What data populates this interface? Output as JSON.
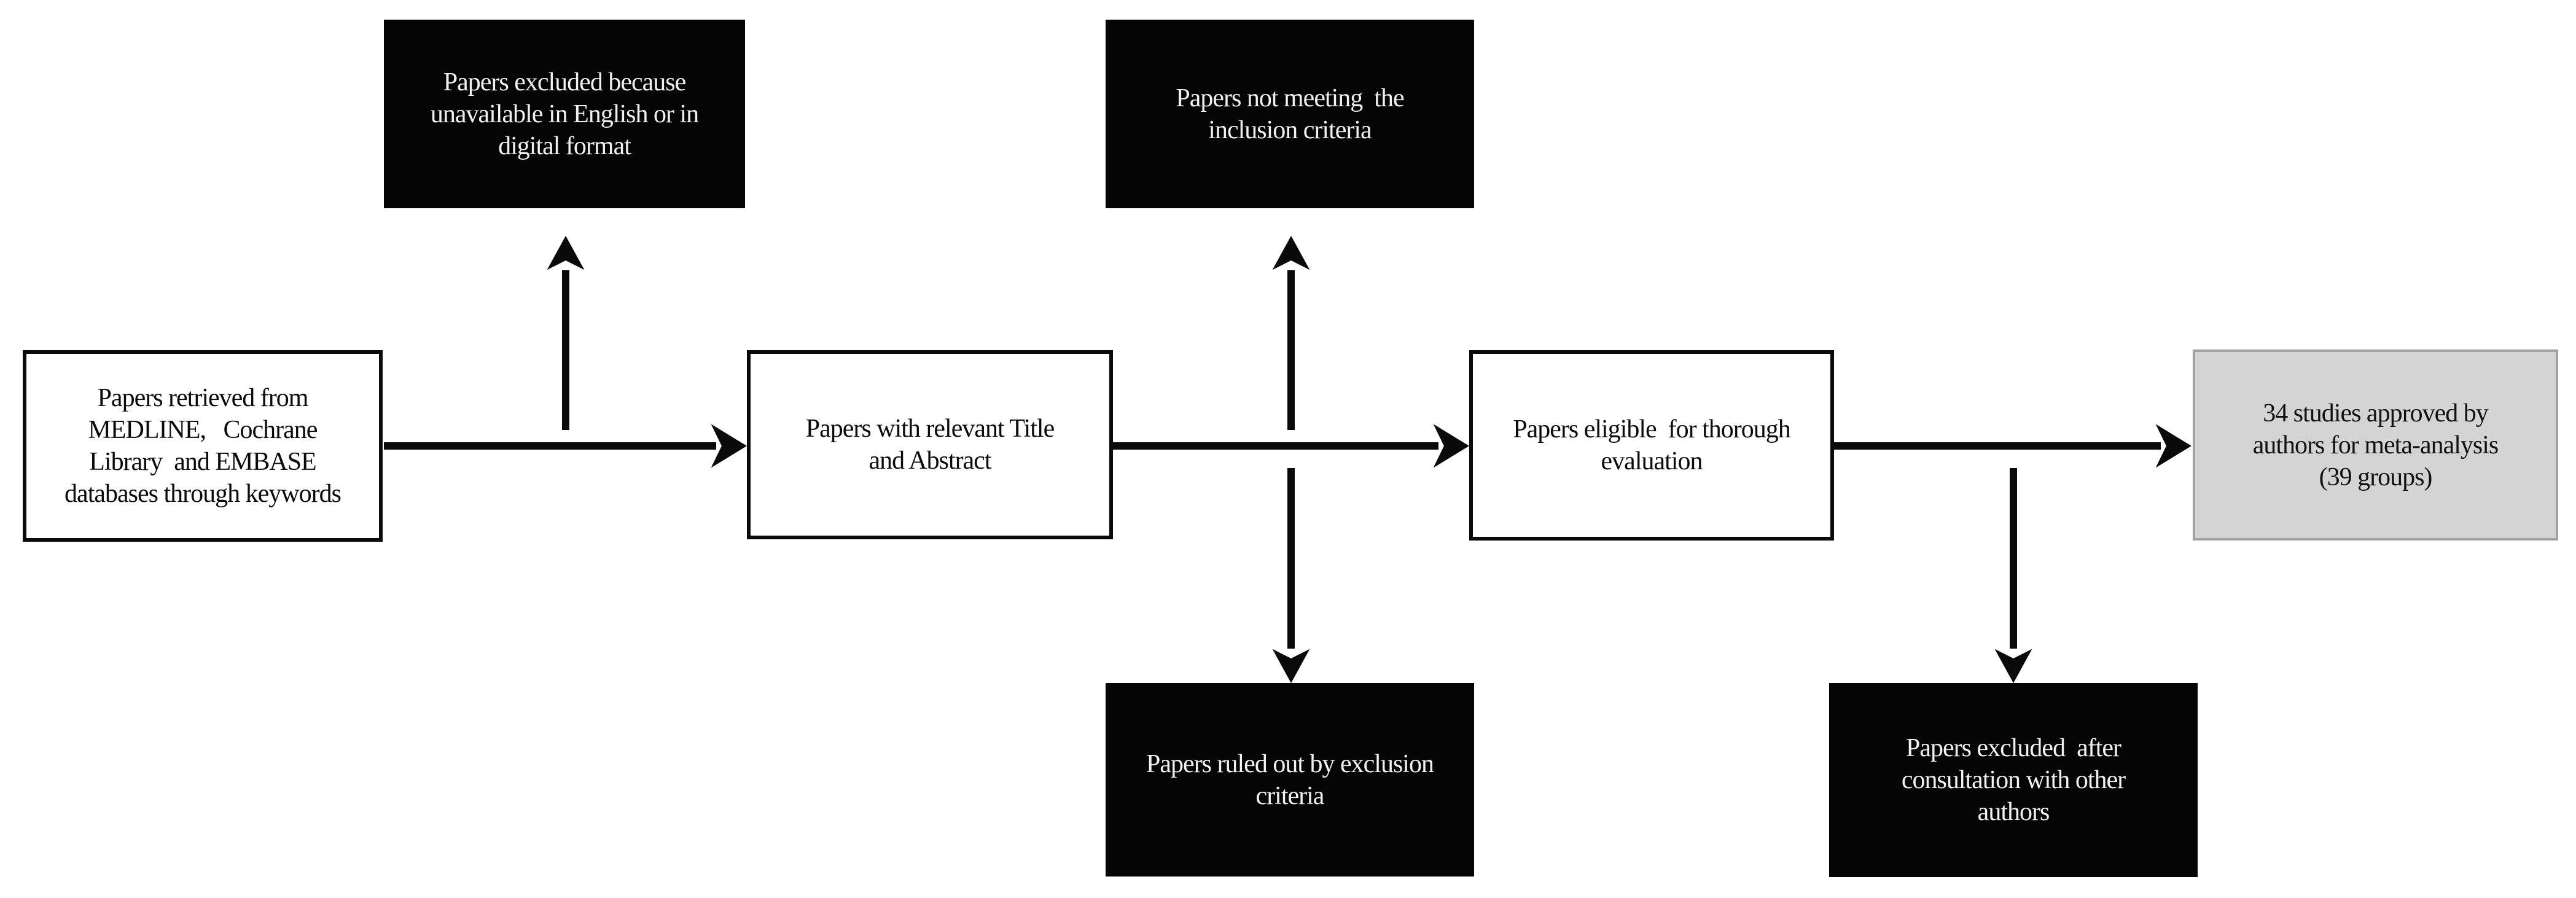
{
  "figure": {
    "type": "flow-diagram",
    "colors": {
      "background": "#ffffff",
      "box_black_fill": "#050505",
      "box_black_text": "#f1f1f1",
      "box_white_fill": "#ffffff",
      "box_white_border": "#0a0a0a",
      "box_gray_fill": "#d4d4d4",
      "box_gray_border": "#a2a2a2",
      "arrow": "#0a0a0a",
      "text": "#0b0b0b"
    }
  },
  "boxes": {
    "retrieved": {
      "style": "white",
      "lines": [
        "Papers retrieved from",
        "MEDLINE,   Cochrane",
        "Library  and EMBASE",
        "databases through keywords"
      ]
    },
    "excluded_language": {
      "style": "black",
      "lines": [
        "Papers excluded because",
        "unavailable in English or in",
        "digital format"
      ]
    },
    "title_abstract": {
      "style": "white",
      "lines": [
        "Papers with relevant Title",
        "and Abstract"
      ]
    },
    "not_meeting": {
      "style": "black",
      "lines": [
        "Papers not meeting  the",
        "inclusion criteria"
      ]
    },
    "ruled_out": {
      "style": "black",
      "lines": [
        "Papers ruled out by exclusion",
        "criteria"
      ]
    },
    "eligible": {
      "style": "white",
      "lines": [
        "Papers eligible  for thorough",
        "evaluation"
      ]
    },
    "excluded_consultation": {
      "style": "black",
      "lines": [
        "Papers excluded  after",
        "consultation with other",
        "authors"
      ]
    },
    "approved": {
      "style": "gray",
      "lines": [
        "34 studies approved by",
        "authors for meta-analysis",
        "(39 groups)"
      ]
    }
  }
}
